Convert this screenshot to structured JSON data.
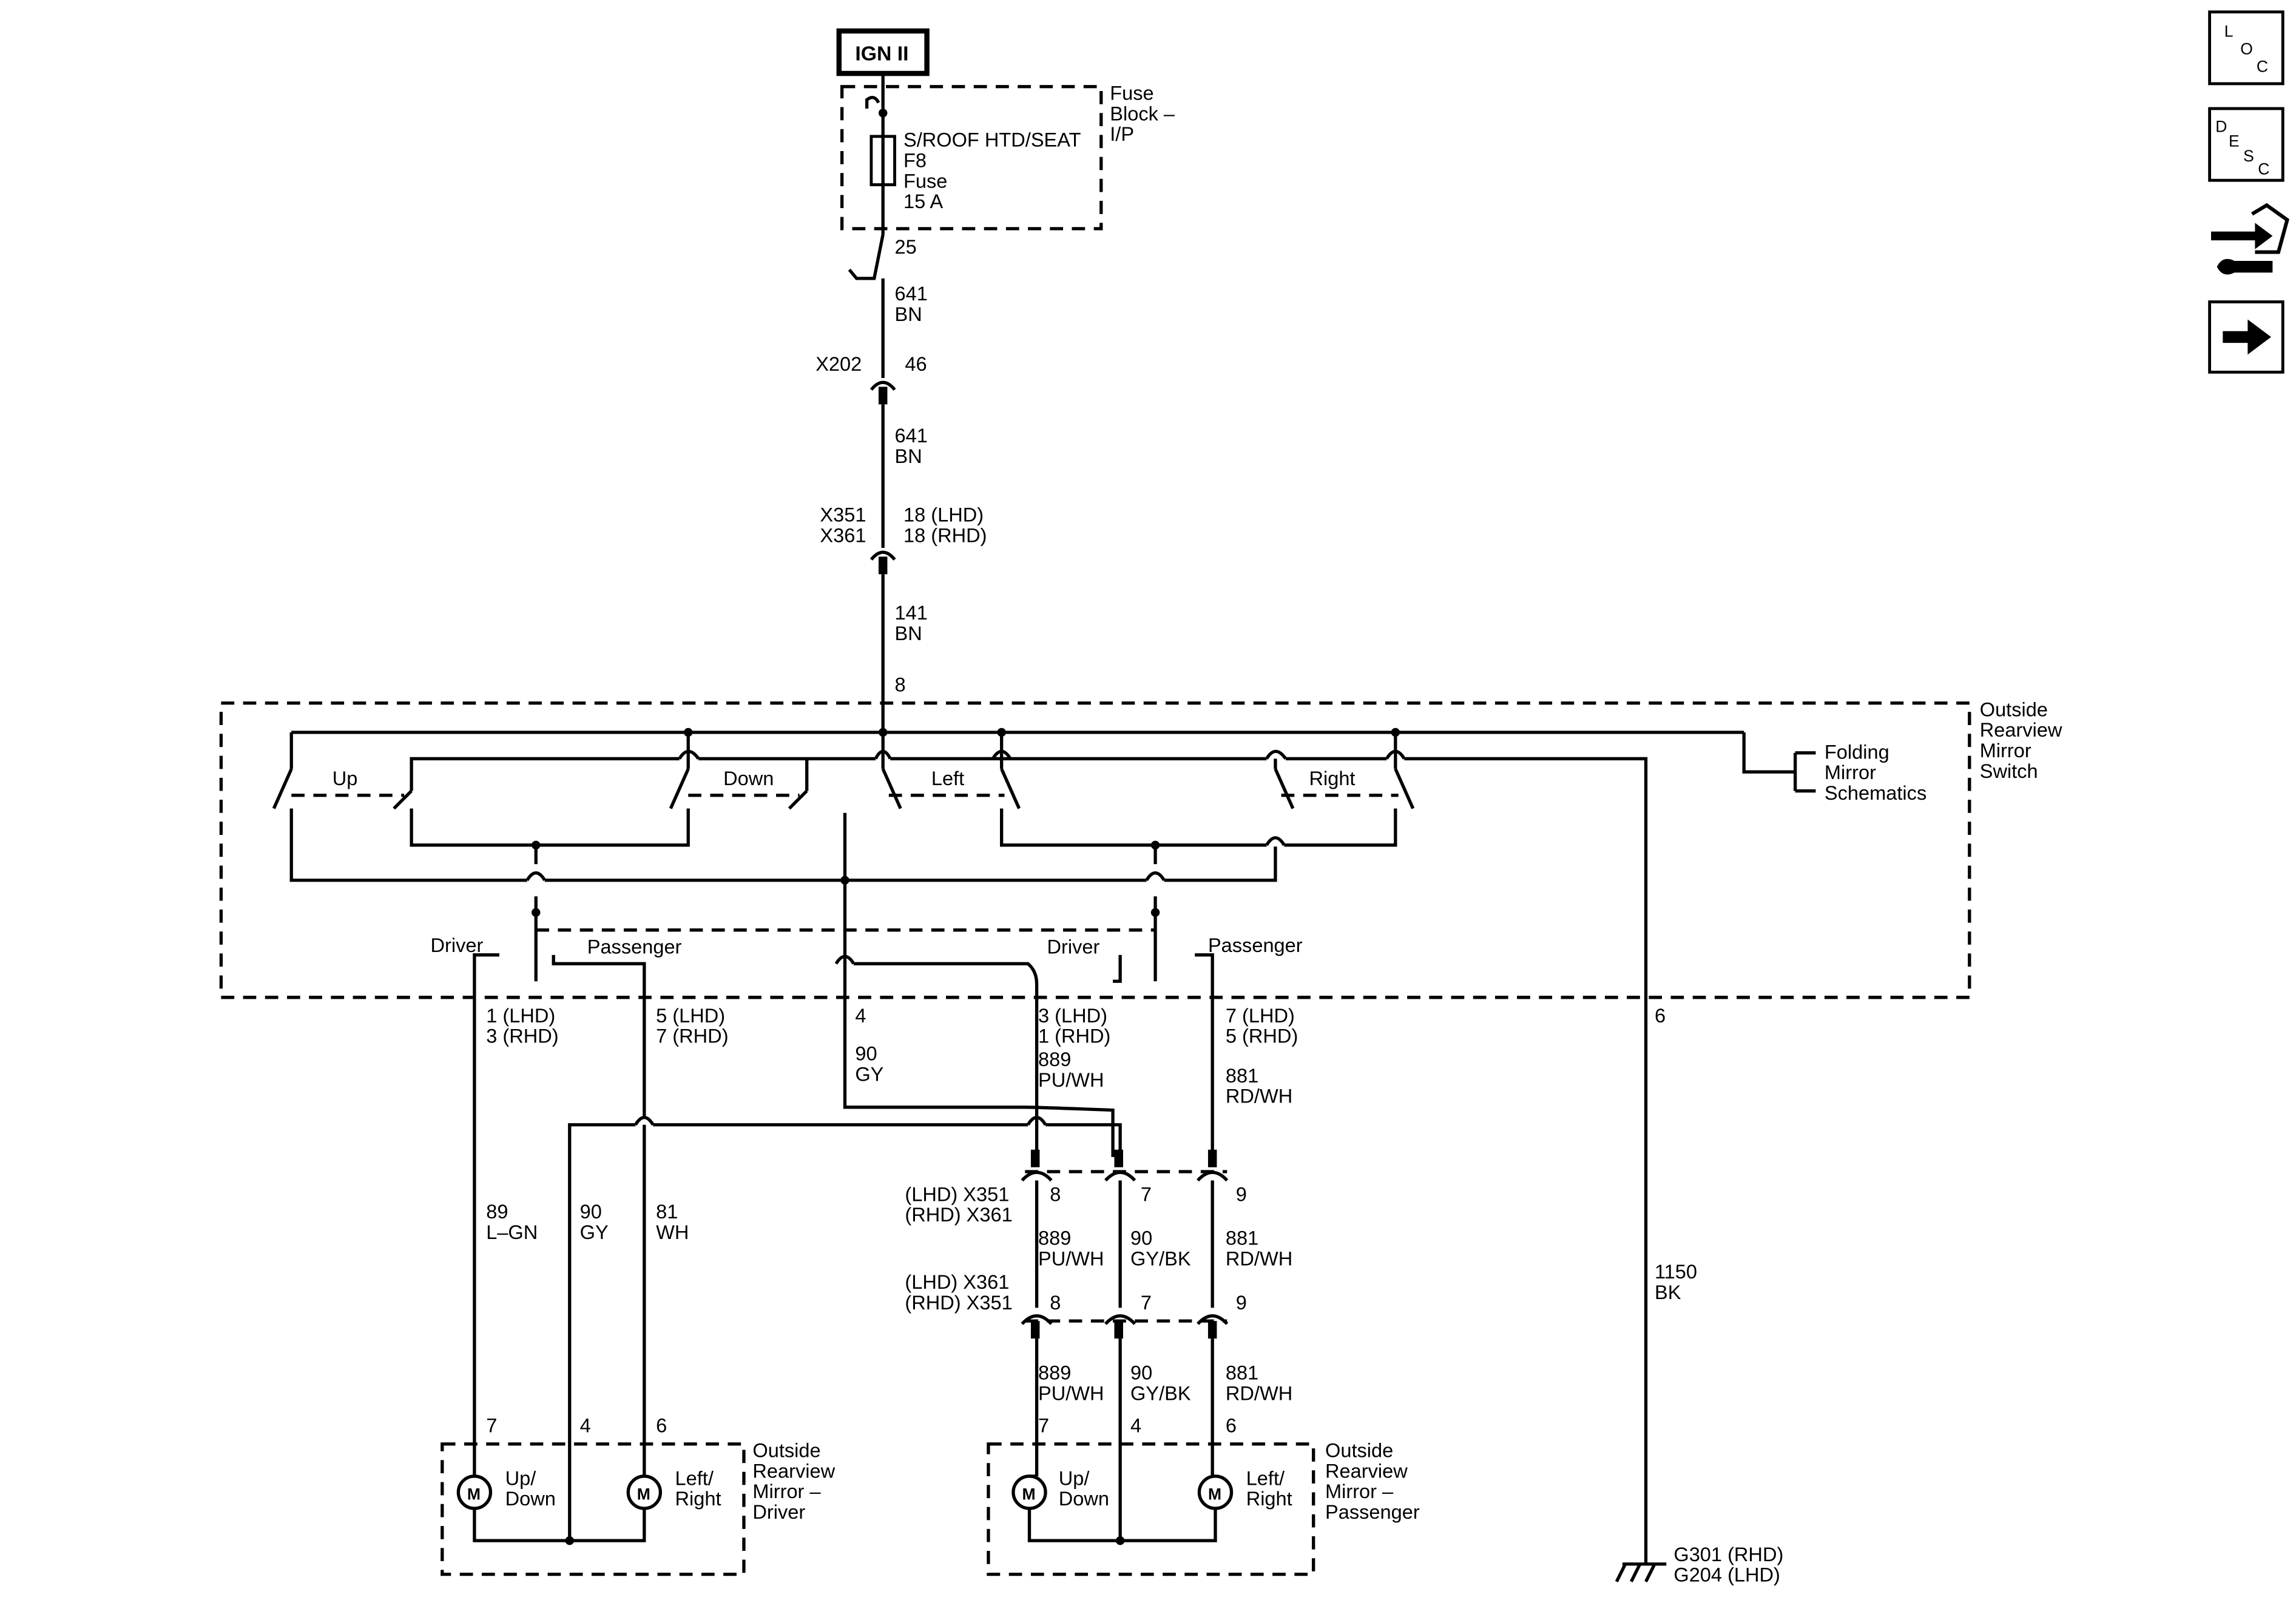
{
  "top": {
    "ign_label": "IGN II",
    "fuse_block": [
      "Fuse",
      "Block –",
      "I/P"
    ],
    "fuse_info": [
      "S/ROOF HTD/SEAT",
      "F8",
      "Fuse",
      "15 A"
    ],
    "fuse_out_pin": "25"
  },
  "trunk": {
    "wire_a": [
      "641",
      "BN"
    ],
    "x202": "X202",
    "x202_pin": "46",
    "wire_b": [
      "641",
      "BN"
    ],
    "x351": "X351",
    "x361": "X361",
    "pin_lhd": "18 (LHD)",
    "pin_rhd": "18 (RHD)",
    "wire_c": [
      "141",
      "BN"
    ],
    "switch_in_pin": "8"
  },
  "switch": {
    "name": [
      "Outside",
      "Rearview",
      "Mirror",
      "Switch"
    ],
    "folding": [
      "Folding",
      "Mirror",
      "Schematics"
    ],
    "up": "Up",
    "down": "Down",
    "left": "Left",
    "right": "Right",
    "sel_driver_1": "Driver",
    "sel_passenger_1": "Passenger",
    "sel_driver_2": "Driver",
    "sel_passenger_2": "Passenger"
  },
  "outputs": {
    "o1": [
      "1 (LHD)",
      "3 (RHD)"
    ],
    "o2": [
      "5 (LHD)",
      "7 (RHD)"
    ],
    "o3": "4",
    "o3_wire": [
      "90",
      "GY"
    ],
    "o4": [
      "3 (LHD)",
      "1 (RHD)"
    ],
    "o4_wire": [
      "889",
      "PU/WH"
    ],
    "o5": [
      "7 (LHD)",
      "5 (RHD)"
    ],
    "o5_wire": [
      "881",
      "RD/WH"
    ],
    "o6": "6"
  },
  "driver_wires": {
    "w1": [
      "89",
      "L–GN"
    ],
    "w2": [
      "90",
      "GY"
    ],
    "w3": [
      "81",
      "WH"
    ]
  },
  "connectors": {
    "c1_a": "(LHD) X351",
    "c1_b": "(RHD) X361",
    "c1_pins": [
      "8",
      "7",
      "9"
    ],
    "mid_wires": [
      [
        "889",
        "PU/WH"
      ],
      [
        "90",
        "GY/BK"
      ],
      [
        "881",
        "RD/WH"
      ]
    ],
    "c2_a": "(LHD) X361",
    "c2_b": "(RHD) X351",
    "c2_pins": [
      "8",
      "7",
      "9"
    ],
    "low_wires": [
      [
        "889",
        "PU/WH"
      ],
      [
        "90",
        "GY/BK"
      ],
      [
        "881",
        "RD/WH"
      ]
    ]
  },
  "ground_wire": [
    "1150",
    "BK"
  ],
  "ground": [
    "G301 (RHD)",
    "G204 (LHD)"
  ],
  "mirror_driver": {
    "pins": [
      "7",
      "4",
      "6"
    ],
    "motor": "M",
    "updown": [
      "Up/",
      "Down"
    ],
    "leftright": [
      "Left/",
      "Right"
    ],
    "name": [
      "Outside",
      "Rearview",
      "Mirror –",
      "Driver"
    ]
  },
  "mirror_passenger": {
    "pins": [
      "7",
      "4",
      "6"
    ],
    "motor": "M",
    "updown": [
      "Up/",
      "Down"
    ],
    "leftright": [
      "Left/",
      "Right"
    ],
    "name": [
      "Outside",
      "Rearview",
      "Mirror –",
      "Passenger"
    ]
  },
  "nav": {
    "loc": [
      "L",
      "O",
      "C"
    ],
    "desc": [
      "D",
      "E",
      "S",
      "C"
    ],
    "arrow_icon": "right-arrow-icon",
    "connector_icon": "connector-end-view-icon"
  }
}
